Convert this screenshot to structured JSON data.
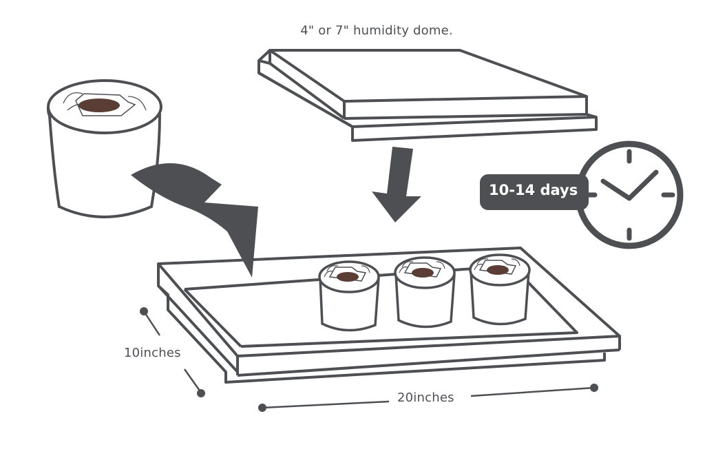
{
  "labels": {
    "dome": "4\" or 7\" humidity dome.",
    "duration": "10-14 days",
    "depth": "10inches",
    "width": "20inches"
  },
  "colors": {
    "ink": "#4d4f53",
    "soil": "#5a3d35",
    "background": "#ffffff"
  }
}
